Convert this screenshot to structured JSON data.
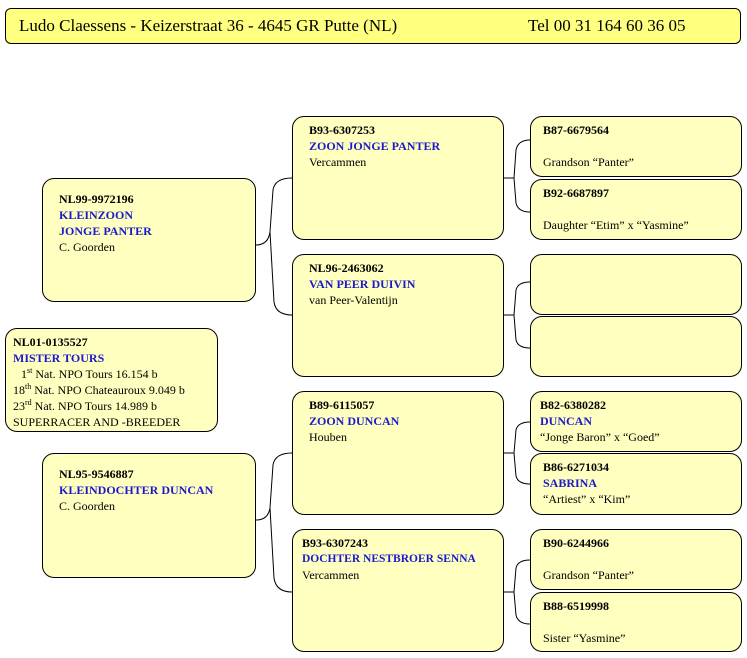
{
  "header": {
    "name_address": "Ludo Claessens - Keizerstraat 36 - 4645 GR  Putte (NL)",
    "tel": "Tel 00 31 164 60 36 05"
  },
  "main": {
    "ring": "NL01-0135527",
    "name": "MISTER TOURS",
    "results": [
      {
        "ord": "1",
        "suf": "st",
        "text": " Nat. NPO Tours 16.154 b"
      },
      {
        "ord": "18",
        "suf": "th",
        "text": " Nat. NPO Chateauroux 9.049 b"
      },
      {
        "ord": "23",
        "suf": "rd",
        "text": " Nat. NPO Tours 14.989 b"
      }
    ],
    "note": "SUPERRACER AND -BREEDER"
  },
  "sire": {
    "ring": "NL99-9972196",
    "name_line1": "KLEINZOON",
    "name_line2": "JONGE PANTER",
    "breeder": "C. Goorden"
  },
  "dam": {
    "ring": "NL95-9546887",
    "name": "KLEINDOCHTER DUNCAN",
    "breeder": "C. Goorden"
  },
  "gp1": {
    "ring": "B93-6307253",
    "name": "ZOON JONGE PANTER",
    "breeder": "Vercammen"
  },
  "gp2": {
    "ring": "NL96-2463062",
    "name": "VAN PEER DUIVIN",
    "breeder": "van Peer-Valentijn"
  },
  "gp3": {
    "ring": "B89-6115057",
    "name": "ZOON DUNCAN",
    "breeder": "Houben"
  },
  "gp4": {
    "ring": "B93-6307243",
    "name": "DOCHTER NESTBROER SENNA",
    "breeder": "Vercammen"
  },
  "ggp1": {
    "ring": "B87-6679564",
    "desc": "Grandson “Panter”"
  },
  "ggp2": {
    "ring": "B92-6687897",
    "desc": "Daughter “Etim” x “Yasmine”"
  },
  "ggp5": {
    "ring": "B82-6380282",
    "name": "DUNCAN",
    "desc": "“Jonge Baron” x “Goed”"
  },
  "ggp6": {
    "ring": "B86-6271034",
    "name": "SABRINA",
    "desc": "“Artiest” x “Kim”"
  },
  "ggp7": {
    "ring": "B90-6244966",
    "desc": "Grandson “Panter”"
  },
  "ggp8": {
    "ring": "B88-6519998",
    "desc": "Sister “Yasmine”"
  }
}
